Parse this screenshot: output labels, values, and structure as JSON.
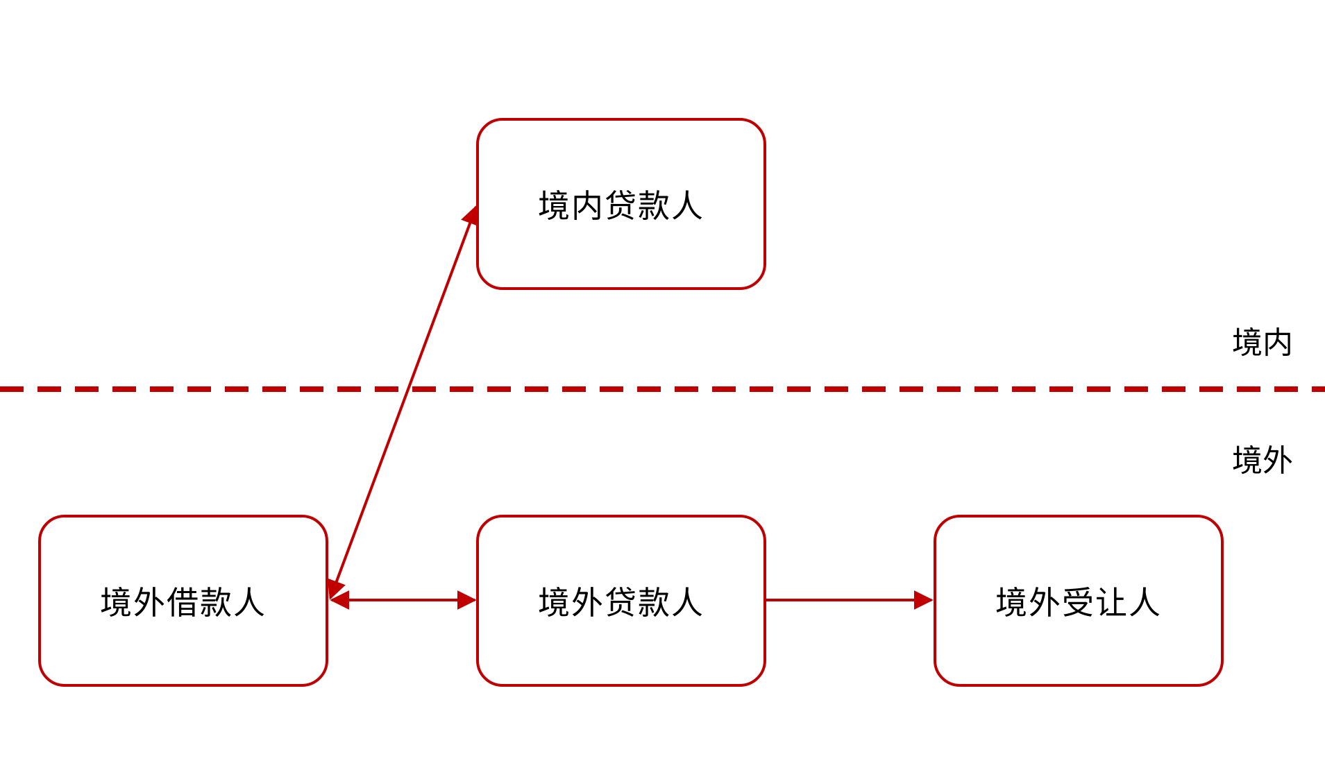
{
  "diagram": {
    "nodes": {
      "domestic_lender": {
        "label": "境内贷款人"
      },
      "offshore_borrower": {
        "label": "境外借款人"
      },
      "offshore_lender": {
        "label": "境外贷款人"
      },
      "offshore_assignee": {
        "label": "境外受让人"
      }
    },
    "regions": {
      "domestic": {
        "label": "境内"
      },
      "offshore": {
        "label": "境外"
      }
    },
    "edges": [
      {
        "from": "offshore_borrower",
        "to": "domestic_lender",
        "direction": "both"
      },
      {
        "from": "offshore_borrower",
        "to": "offshore_lender",
        "direction": "both"
      },
      {
        "from": "offshore_lender",
        "to": "offshore_assignee",
        "direction": "forward"
      }
    ],
    "colors": {
      "accent": "#c00000",
      "text": "#000000",
      "background": "#ffffff"
    }
  }
}
